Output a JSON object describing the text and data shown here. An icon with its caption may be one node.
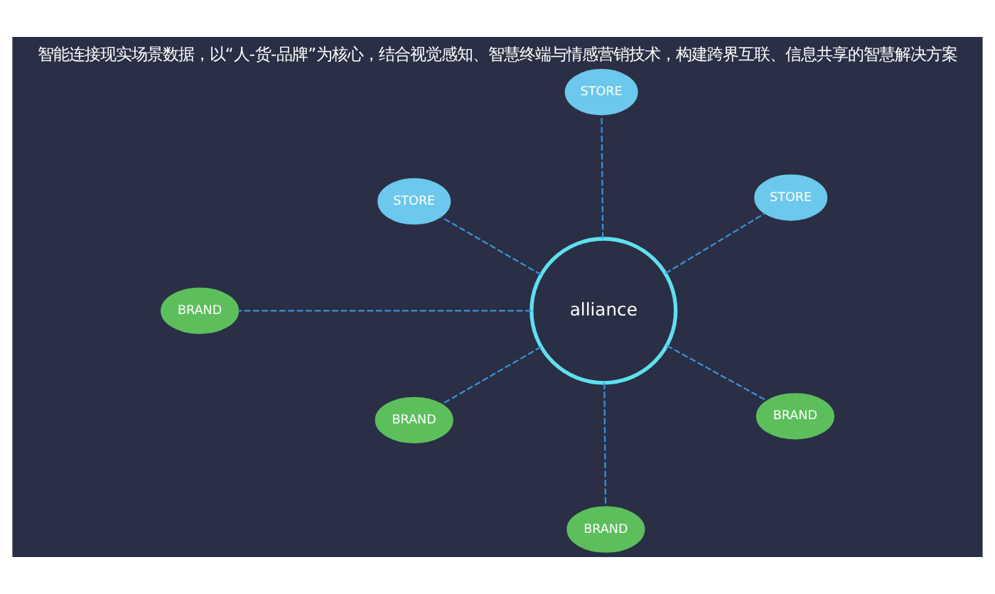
{
  "diagram": {
    "title": "智能连接现实场景数据，以“人-货-品牌”为核心，结合视觉感知、智慧终端与情感营销技术，构建跨界互联、信息共享的智慧解决方案",
    "nodes": [
      {
        "text": [
          "BRAND"
        ]
      },
      {
        "text": [
          "BRAND"
        ]
      },
      {
        "text": [
          "BRAND"
        ]
      },
      {
        "text": [
          "alliance"
        ]
      },
      {
        "text": [
          "BRAND"
        ]
      },
      {
        "text": [
          "STORE"
        ]
      },
      {
        "text": [
          "STORE"
        ]
      },
      {
        "text": [
          "STORE"
        ]
      }
    ],
    "edges": [
      {
        "from": 3,
        "to": 0,
        "arrow": "none",
        "style": "dashed"
      },
      {
        "from": 3,
        "to": 1,
        "arrow": "none",
        "style": "dashed"
      },
      {
        "from": 3,
        "to": 2,
        "arrow": "none",
        "style": "dashed"
      },
      {
        "from": 3,
        "to": 4,
        "arrow": "none",
        "style": "dashed"
      },
      {
        "from": 3,
        "to": 5,
        "arrow": "none",
        "style": "dashed"
      },
      {
        "from": 3,
        "to": 6,
        "arrow": "none",
        "style": "dashed"
      },
      {
        "from": 3,
        "to": 7,
        "arrow": "none",
        "style": "dashed"
      }
    ]
  }
}
